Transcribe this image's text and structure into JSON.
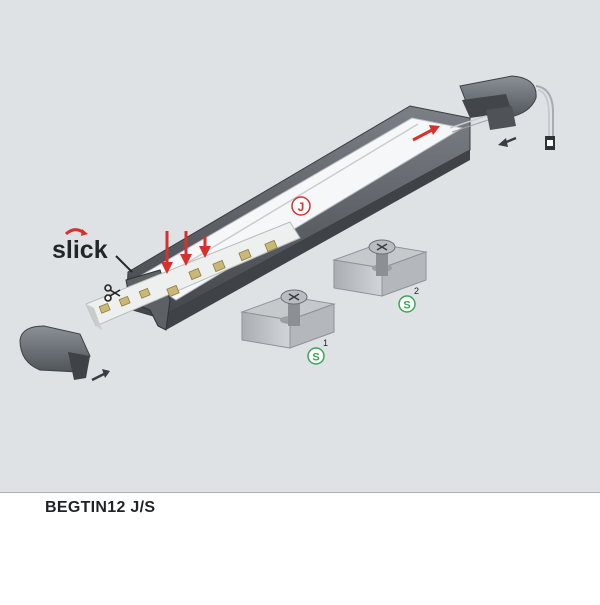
{
  "diagram": {
    "product_code": "BEGTIN12 J/S",
    "brand_logo": "slick",
    "profile_marker": "J",
    "screw_markers": [
      {
        "letter": "S",
        "index": "1"
      },
      {
        "letter": "S",
        "index": "2"
      }
    ],
    "icons": [
      "scissors-icon",
      "arrow-icon",
      "screw-icon"
    ],
    "colors": {
      "background": "#dfe2e5",
      "accent_red": "#d6322b",
      "screw_marker_green": "#3aa653",
      "profile_dark": "#5a5e63"
    }
  }
}
